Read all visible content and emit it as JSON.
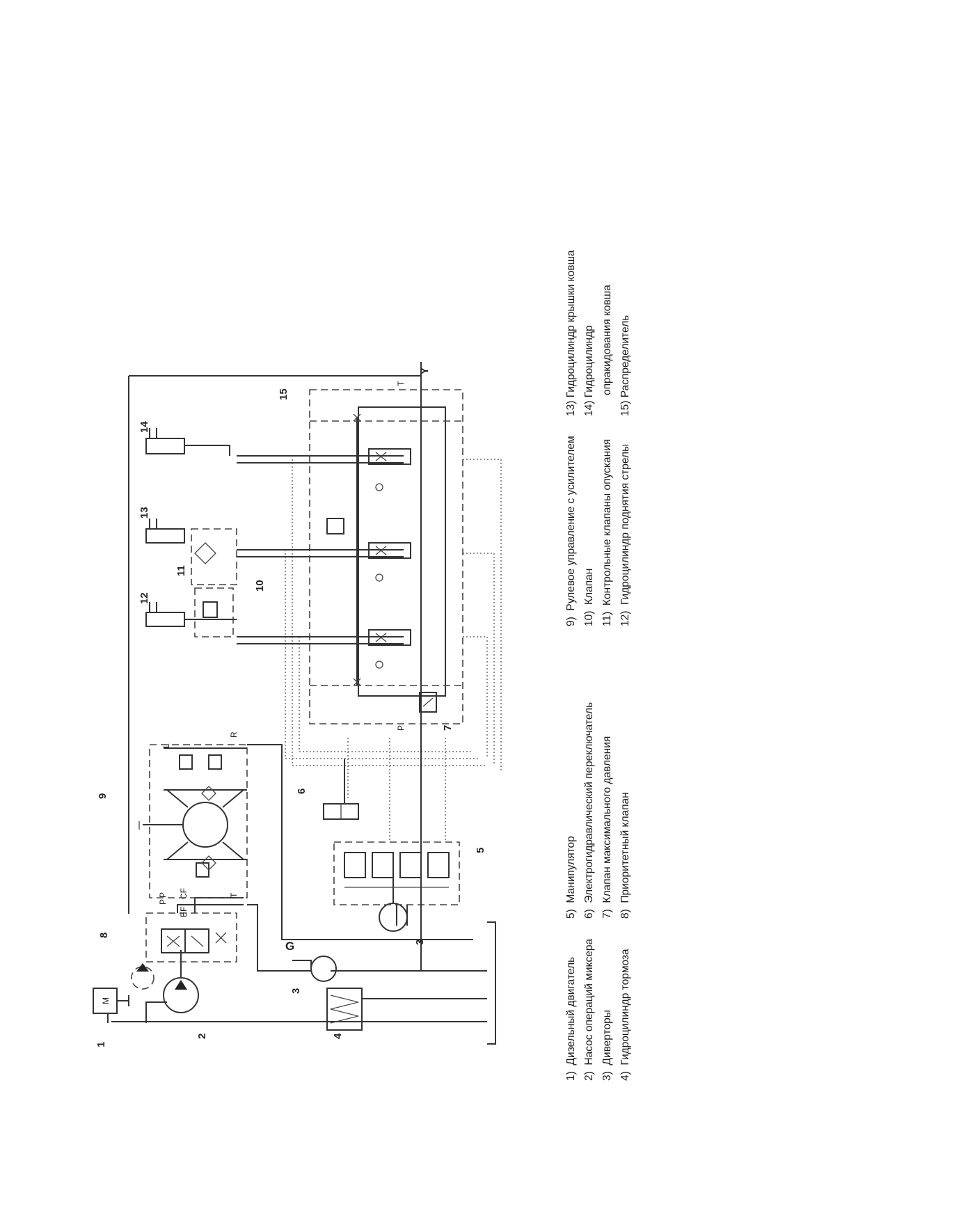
{
  "diagram": {
    "component_numbers": [
      "1",
      "2",
      "3",
      "3",
      "4",
      "5",
      "6",
      "7",
      "8",
      "9",
      "10",
      "11",
      "12",
      "13",
      "14",
      "15"
    ],
    "port_labels": {
      "p": "P",
      "cf": "CF",
      "ef": "EF",
      "t": "T",
      "l": "L",
      "r": "R",
      "g": "G",
      "y": "Y",
      "pump_m": "M"
    }
  },
  "legend": [
    {
      "num": "1)",
      "text": "Дизельный двигатель"
    },
    {
      "num": "2)",
      "text": "Насос операций миксера"
    },
    {
      "num": "3)",
      "text": "Диверторы"
    },
    {
      "num": "4)",
      "text": "Гидроцилиндр тормоза"
    },
    {
      "num": "5)",
      "text": "Манипулятор"
    },
    {
      "num": "6)",
      "text": "Электрогидравлический переключатель"
    },
    {
      "num": "7)",
      "text": "Клапан максимального давления"
    },
    {
      "num": "8)",
      "text": "Приоритетный клапан"
    },
    {
      "num": "9)",
      "text": "Рулевое управление с усилителем"
    },
    {
      "num": "10)",
      "text": "Клапан"
    },
    {
      "num": "11)",
      "text": "Контрольные клапаны опускания"
    },
    {
      "num": "12)",
      "text": "Гидроцилиндр поднятия стрелы"
    },
    {
      "num": "13)",
      "text": "Гидроцилиндр крышки ковша"
    },
    {
      "num": "14)",
      "text": "Гидроцилиндр"
    },
    {
      "num": "",
      "text": "опракидования ковша"
    },
    {
      "num": "15)",
      "text": "Распределитель"
    }
  ]
}
